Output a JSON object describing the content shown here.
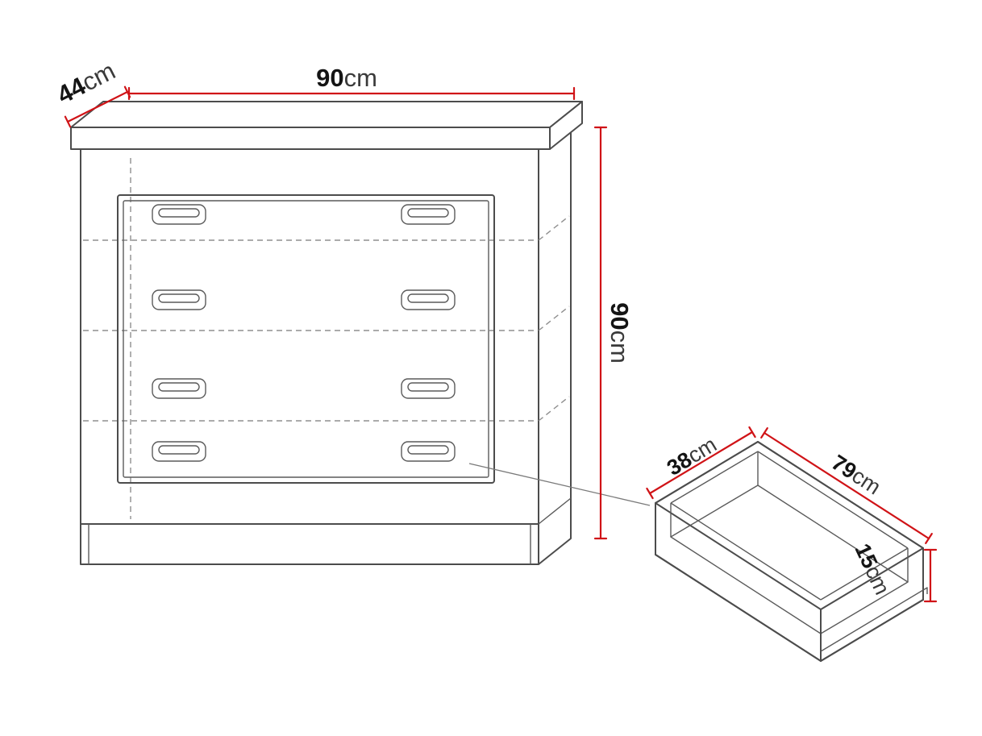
{
  "figure": {
    "description": "Chest of drawers with four drawers - dimension diagram with detail of extracted drawer"
  },
  "colors": {
    "dimension_red": "#d01317",
    "outline_gray": "#4c4c4c",
    "dashed_gray": "#8f8f8f",
    "label_black": "#141414"
  },
  "cabinet": {
    "width_label": {
      "value": "90",
      "unit": "cm"
    },
    "depth_label": {
      "value": "44",
      "unit": "cm"
    },
    "height_label": {
      "value": "90",
      "unit": "cm"
    }
  },
  "drawer": {
    "depth_label": {
      "value": "38",
      "unit": "cm"
    },
    "width_label": {
      "value": "79",
      "unit": "cm"
    },
    "height_label": {
      "value": "15",
      "unit": "cm"
    }
  }
}
